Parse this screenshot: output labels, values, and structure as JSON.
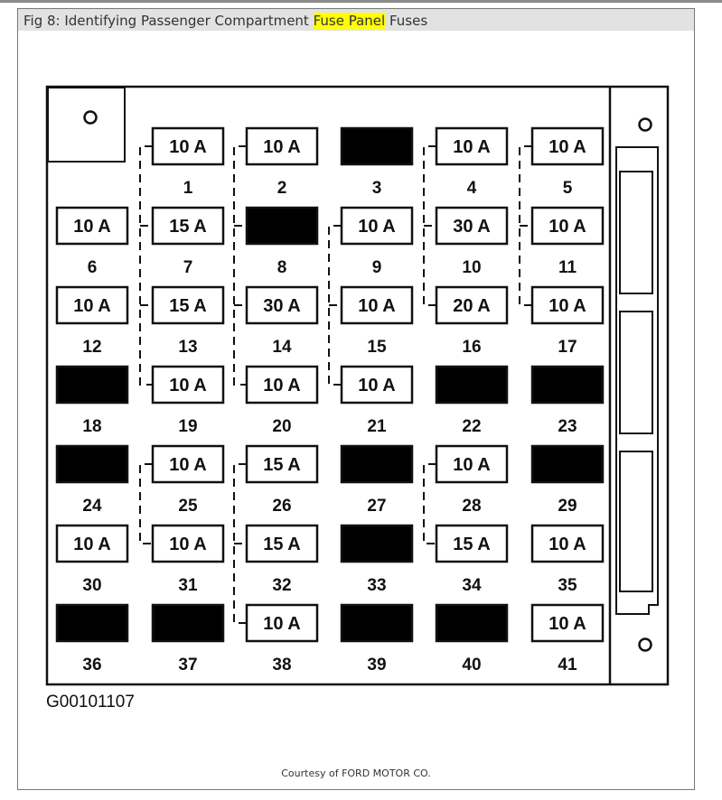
{
  "caption": {
    "prefix": "Fig 8: Identifying Passenger Compartment ",
    "highlight": "Fuse Panel",
    "suffix": " Fuses"
  },
  "figure_code": "G00101107",
  "courtesy": "Courtesy of FORD MOTOR CO.",
  "colors": {
    "highlight": "#ffff00",
    "line": "#111111",
    "empty_slot": "#000000"
  },
  "fuses": [
    {
      "num": "1",
      "rating": "10 A"
    },
    {
      "num": "2",
      "rating": "10 A"
    },
    {
      "num": "3",
      "rating": ""
    },
    {
      "num": "4",
      "rating": "10 A"
    },
    {
      "num": "5",
      "rating": "10 A"
    },
    {
      "num": "6",
      "rating": "10 A"
    },
    {
      "num": "7",
      "rating": "15 A"
    },
    {
      "num": "8",
      "rating": ""
    },
    {
      "num": "9",
      "rating": "10 A"
    },
    {
      "num": "10",
      "rating": "30 A"
    },
    {
      "num": "11",
      "rating": "10 A"
    },
    {
      "num": "12",
      "rating": "10 A"
    },
    {
      "num": "13",
      "rating": "15 A"
    },
    {
      "num": "14",
      "rating": "30 A"
    },
    {
      "num": "15",
      "rating": "10 A"
    },
    {
      "num": "16",
      "rating": "20 A"
    },
    {
      "num": "17",
      "rating": "10 A"
    },
    {
      "num": "18",
      "rating": ""
    },
    {
      "num": "19",
      "rating": "10 A"
    },
    {
      "num": "20",
      "rating": "10 A"
    },
    {
      "num": "21",
      "rating": "10 A"
    },
    {
      "num": "22",
      "rating": ""
    },
    {
      "num": "23",
      "rating": ""
    },
    {
      "num": "24",
      "rating": ""
    },
    {
      "num": "25",
      "rating": "10 A"
    },
    {
      "num": "26",
      "rating": "15 A"
    },
    {
      "num": "27",
      "rating": ""
    },
    {
      "num": "28",
      "rating": "10 A"
    },
    {
      "num": "29",
      "rating": ""
    },
    {
      "num": "30",
      "rating": "10 A"
    },
    {
      "num": "31",
      "rating": "10 A"
    },
    {
      "num": "32",
      "rating": "15 A"
    },
    {
      "num": "33",
      "rating": ""
    },
    {
      "num": "34",
      "rating": "15 A"
    },
    {
      "num": "35",
      "rating": "10 A"
    },
    {
      "num": "36",
      "rating": ""
    },
    {
      "num": "37",
      "rating": ""
    },
    {
      "num": "38",
      "rating": "10 A"
    },
    {
      "num": "39",
      "rating": ""
    },
    {
      "num": "40",
      "rating": ""
    },
    {
      "num": "41",
      "rating": "10 A"
    }
  ]
}
